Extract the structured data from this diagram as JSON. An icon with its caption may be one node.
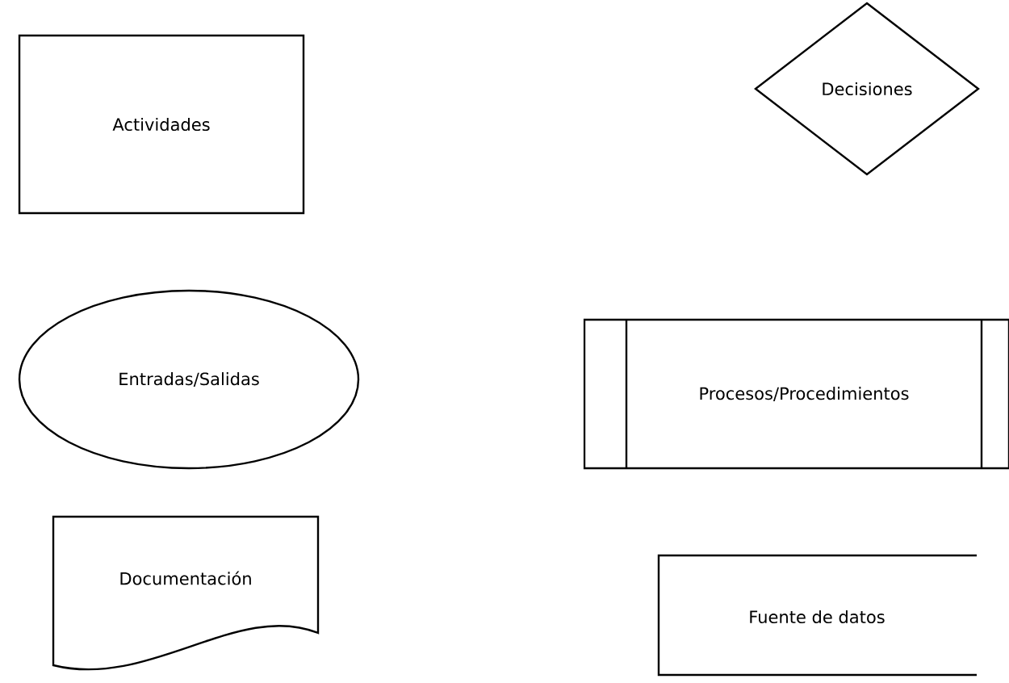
{
  "diagram": {
    "nodes": [
      {
        "text": [
          "Actividades"
        ]
      },
      {
        "text": [
          "Decisiones"
        ]
      },
      {
        "text": [
          "Entradas/Salidas"
        ]
      },
      {
        "text": [
          "Procesos/Procedimientos"
        ]
      },
      {
        "text": [
          "Documentación"
        ]
      },
      {
        "text": [
          "Fuente de datos"
        ]
      }
    ]
  }
}
